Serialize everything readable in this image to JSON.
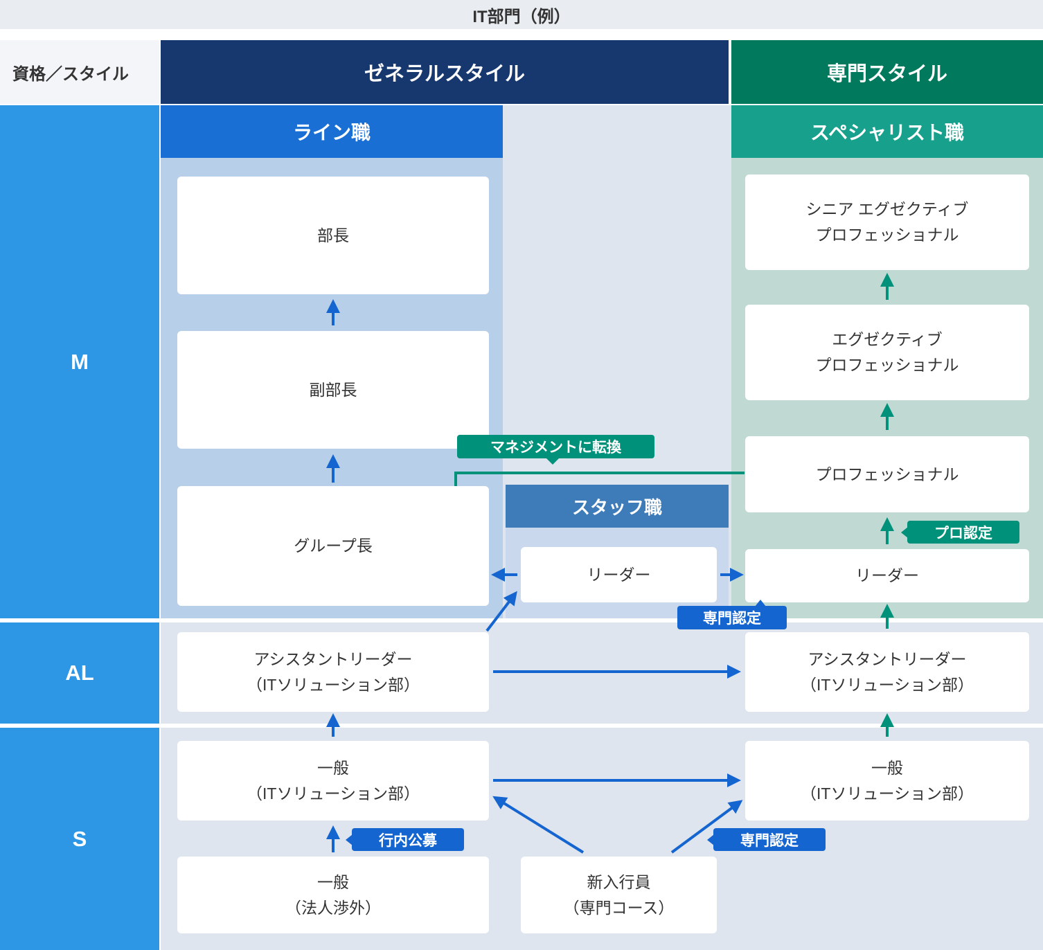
{
  "title": "IT部門（例）",
  "corner_label": "資格／スタイル",
  "style_headers": {
    "general": "ゼネラルスタイル",
    "specialist": "専門スタイル"
  },
  "job_headers": {
    "line": "ライン職",
    "staff": "スタッフ職",
    "specialist": "スペシャリスト職"
  },
  "grades": {
    "m": "M",
    "al": "AL",
    "s": "S"
  },
  "positions": {
    "department_head": "部長",
    "deputy_department_head": "副部長",
    "group_head": "グループ長",
    "senior_executive_professional": "シニア エグゼクティブ\nプロフェッショナル",
    "executive_professional": "エグゼクティブ\nプロフェッショナル",
    "professional": "プロフェッショナル",
    "leader_staff": "リーダー",
    "leader_specialist": "リーダー",
    "assistant_leader_general": "アシスタントリーダー\n（ITソリューション部）",
    "assistant_leader_specialist": "アシスタントリーダー\n（ITソリューション部）",
    "general_it_left": "一般\n（ITソリューション部）",
    "general_it_right": "一般\n（ITソリューション部）",
    "general_corporate": "一般\n（法人渉外）",
    "new_employee": "新入行員\n（専門コース）"
  },
  "badges": {
    "management_conversion": "マネジメントに転換",
    "pro_certification": "プロ認定",
    "specialist_certification_upper": "専門認定",
    "specialist_certification_lower": "専門認定",
    "internal_recruitment": "行内公募"
  },
  "colors": {
    "general_style_header": "#17386f",
    "specialist_style_header": "#00795c",
    "line_job_header": "#1a6fd4",
    "specialist_job_header": "#17a08c",
    "staff_job_header": "#3e7cb9",
    "grade_column": "#2e97e5",
    "line_column_bg": "#b7cfe9",
    "specialist_column_bg": "#c0d9d2",
    "staff_column_bg": "#c9d8ec",
    "body_bg": "#dfe5ef",
    "arrow_blue": "#1565d0",
    "arrow_green": "#00917a",
    "badge_blue": "#1565d0",
    "badge_green": "#00917a"
  }
}
